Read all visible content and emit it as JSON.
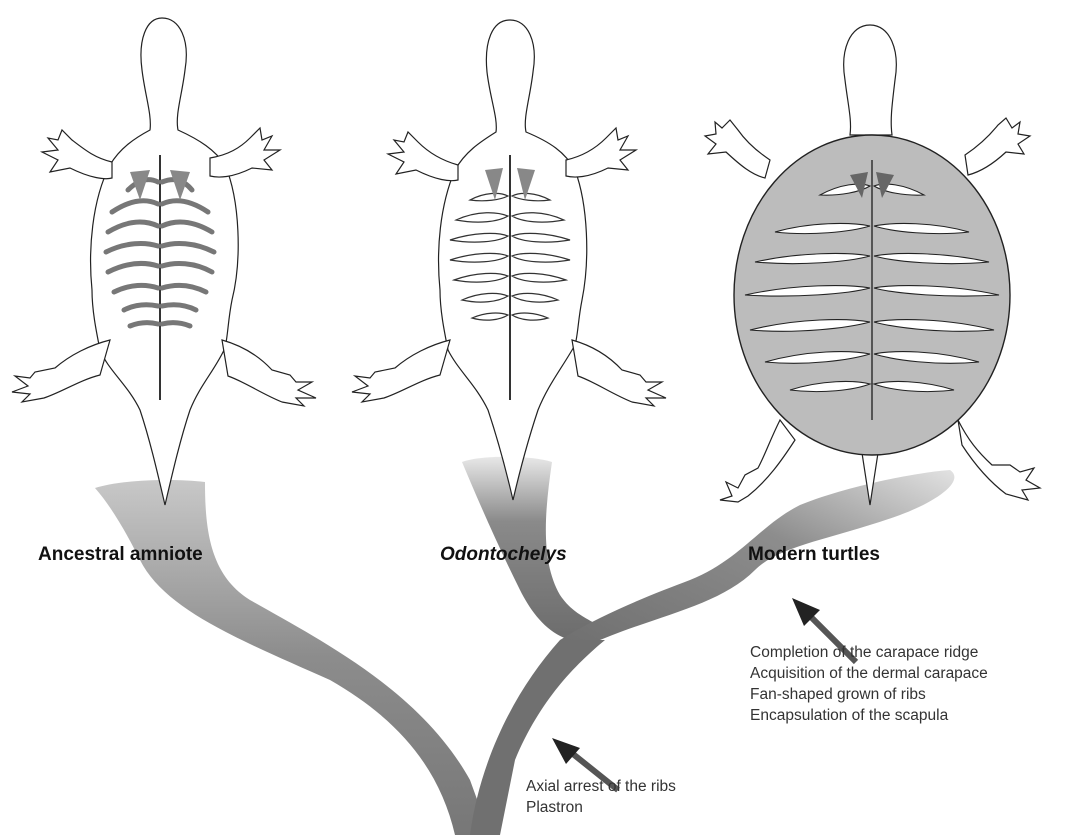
{
  "taxa": {
    "ancestral": "Ancestral amniote",
    "odontochelys": "Odontochelys",
    "modern": "Modern turtles"
  },
  "annotations": {
    "modern_node": [
      "Completion of the carapace ridge",
      "Acquisition of the dermal carapace",
      "Fan-shaped grown of ribs",
      "Encapsulation of the scapula"
    ],
    "basal_node": [
      "Axial arrest of the ribs",
      "Plastron"
    ]
  },
  "colors": {
    "branch": "#8a8a8a",
    "branch_dark": "#6e6e6e",
    "shell": "#bdbdbd",
    "outline": "#222222"
  }
}
